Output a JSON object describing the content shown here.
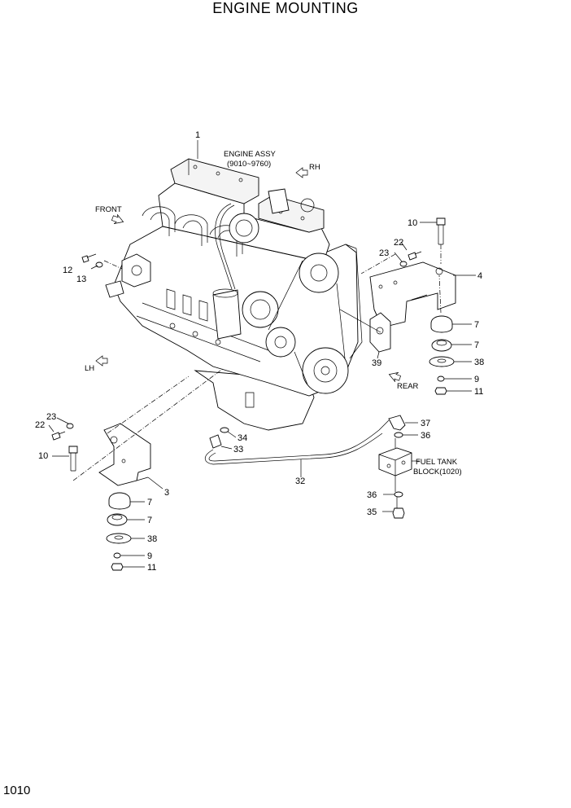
{
  "title": "ENGINE MOUNTING",
  "page_number": "1010",
  "annotations": {
    "engine_assy": "ENGINE ASSY",
    "engine_serial": "(9010~9760)",
    "rh": "RH",
    "front": "FRONT",
    "lh": "LH",
    "rear": "REAR",
    "fuel_tank": "FUEL TANK",
    "block": "BLOCK(1020)"
  },
  "callouts": {
    "c1": "1",
    "c10a": "10",
    "c22a": "22",
    "c23a": "23",
    "c4": "4",
    "c12": "12",
    "c13": "13",
    "c7a": "7",
    "c7b": "7",
    "c38a": "38",
    "c9a": "9",
    "c11a": "11",
    "c39": "39",
    "c23b": "23",
    "c22b": "22",
    "c10b": "10",
    "c3": "3",
    "c7c": "7",
    "c7d": "7",
    "c38b": "38",
    "c9b": "9",
    "c11b": "11",
    "c34": "34",
    "c33": "33",
    "c32": "32",
    "c37": "37",
    "c36a": "36",
    "c36b": "36",
    "c35": "35"
  }
}
